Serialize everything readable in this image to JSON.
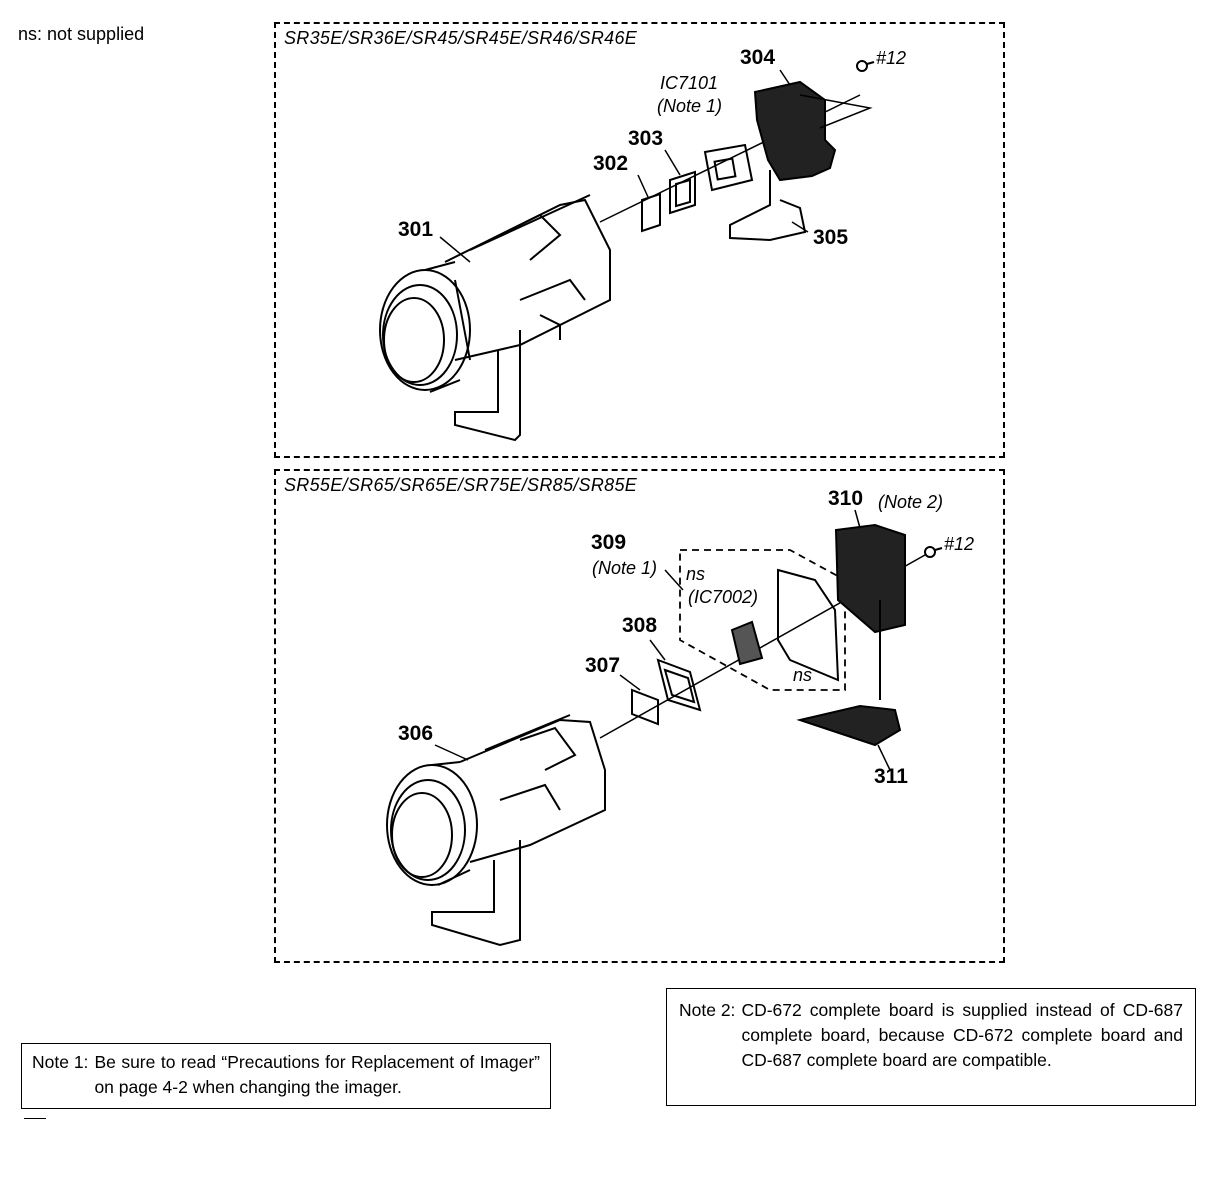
{
  "legend": "ns: not supplied",
  "top_panel": {
    "title": "SR35E/SR36E/SR45/SR45E/SR46/SR46E",
    "parts": {
      "p301": "301",
      "p302": "302",
      "p303": "303",
      "p304": "304",
      "p305": "305",
      "screw": "#12",
      "ic": "IC7101",
      "ic_note": "(Note 1)"
    }
  },
  "bottom_panel": {
    "title": "SR55E/SR65/SR65E/SR75E/SR85/SR85E",
    "parts": {
      "p306": "306",
      "p307": "307",
      "p308": "308",
      "p309": "309",
      "p309_note": "(Note 1)",
      "p310": "310",
      "p310_note": "(Note 2)",
      "p311": "311",
      "screw": "#12",
      "ns1": "ns",
      "ic": "(IC7002)",
      "ns2": "ns"
    }
  },
  "note1": {
    "head": "Note 1:",
    "text": "Be sure to read “Precautions for Replacement of Imager” on page 4-2 when changing the imager."
  },
  "note2": {
    "head": "Note 2:",
    "text": "CD-672 complete board is supplied instead of CD-687 complete board, because CD-672 complete board and CD-687 complete board are compatible."
  }
}
